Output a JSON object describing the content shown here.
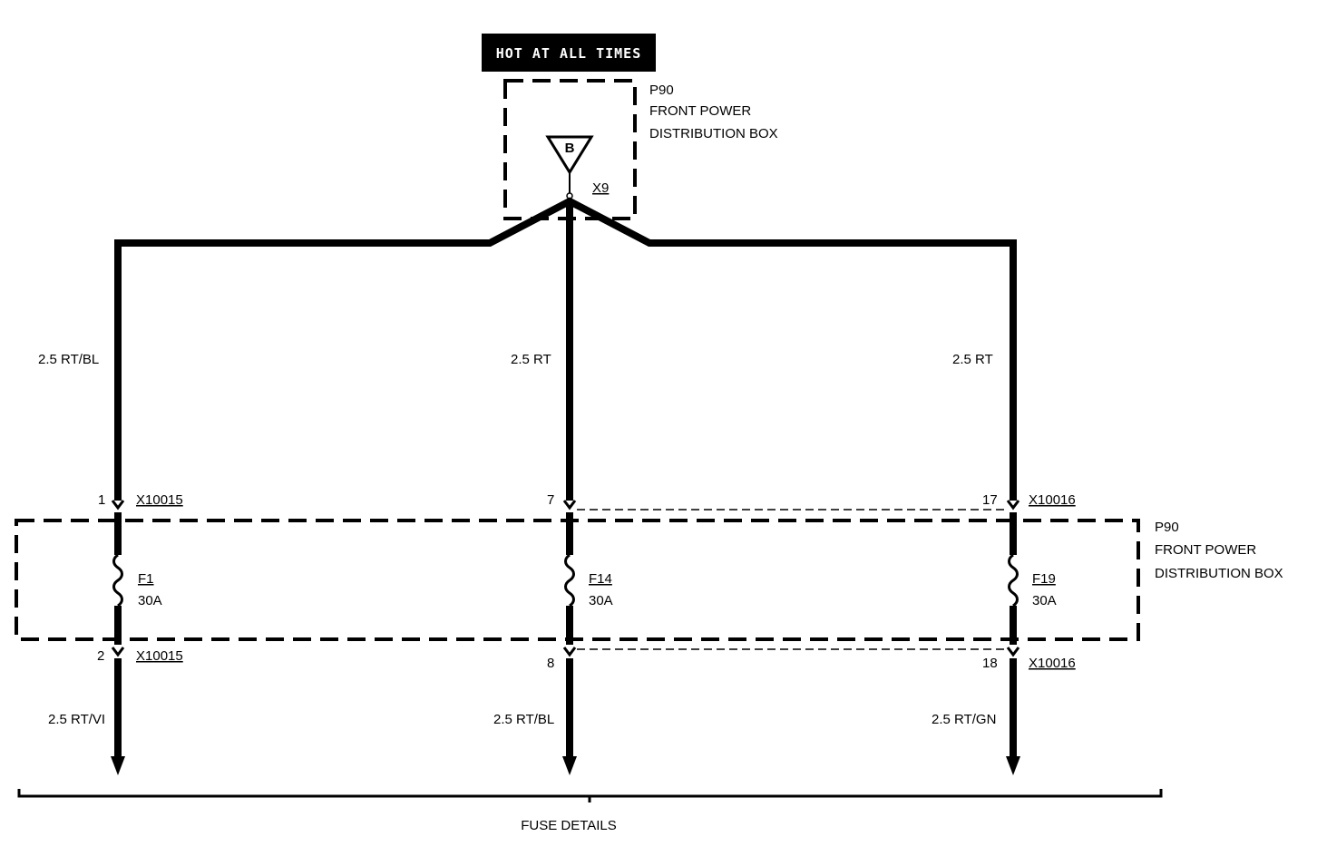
{
  "banner": "HOT AT ALL TIMES",
  "source": {
    "code": "P90",
    "name_line1": "FRONT POWER",
    "name_line2": "DISTRIBUTION BOX",
    "symbol_letter": "B",
    "connector": "X9"
  },
  "lower_box": {
    "code": "P90",
    "name_line1": "FRONT POWER",
    "name_line2": "DISTRIBUTION BOX"
  },
  "circuits": [
    {
      "upper_wire": "2.5 RT/BL",
      "in_pin": "1",
      "in_connector": "X10015",
      "fuse": "F1",
      "rating": "30A",
      "out_pin": "2",
      "out_connector": "X10015",
      "lower_wire": "2.5 RT/VI"
    },
    {
      "upper_wire": "2.5 RT",
      "in_pin": "7",
      "in_connector": "",
      "fuse": "F14",
      "rating": "30A",
      "out_pin": "8",
      "out_connector": "",
      "lower_wire": "2.5 RT/BL"
    },
    {
      "upper_wire": "2.5 RT",
      "in_pin": "17",
      "in_connector": "X10016",
      "fuse": "F19",
      "rating": "30A",
      "out_pin": "18",
      "out_connector": "X10016",
      "lower_wire": "2.5 RT/GN"
    }
  ],
  "footer": "FUSE DETAILS"
}
